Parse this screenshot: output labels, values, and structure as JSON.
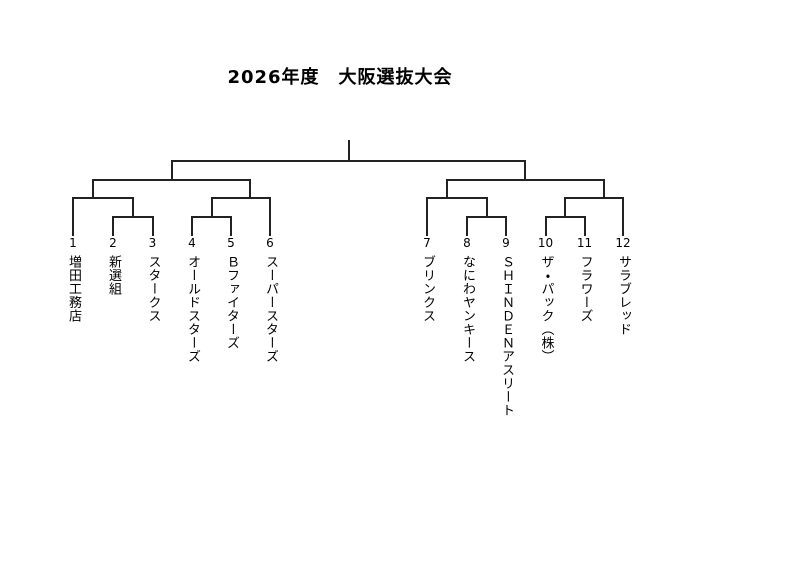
{
  "title": "2026年度　大阪選抜大会",
  "bracket": {
    "teams": [
      {
        "seed": "1",
        "name": "増田工務店"
      },
      {
        "seed": "2",
        "name": "新選組"
      },
      {
        "seed": "3",
        "name": "スタークス"
      },
      {
        "seed": "4",
        "name": "オールドスターズ"
      },
      {
        "seed": "5",
        "name": "Ｂファイターズ"
      },
      {
        "seed": "6",
        "name": "スーパースターズ"
      },
      {
        "seed": "7",
        "name": "ブリンクス"
      },
      {
        "seed": "8",
        "name": "なにわヤンキース"
      },
      {
        "seed": "9",
        "name": "ＳＨＩＮＤＥＮアスリート"
      },
      {
        "seed": "10",
        "name": "ザ・パック（株）"
      },
      {
        "seed": "11",
        "name": "フラワーズ"
      },
      {
        "seed": "12",
        "name": "サラブレッド"
      }
    ],
    "first_round_pairs": [
      [
        "2",
        "3"
      ],
      [
        "4",
        "5"
      ],
      [
        "8",
        "9"
      ],
      [
        "10",
        "11"
      ]
    ],
    "second_round_pairs": [
      [
        "1",
        "winner(2,3)"
      ],
      [
        "winner(4,5)",
        "6"
      ],
      [
        "7",
        "winner(8,9)"
      ],
      [
        "winner(10,11)",
        "12"
      ]
    ],
    "semifinal_pairs": [
      [
        "left block A",
        "left block B"
      ],
      [
        "right block A",
        "right block B"
      ]
    ]
  },
  "colors": {
    "background": "#ffffff",
    "line": "#222222",
    "text": "#000000"
  }
}
